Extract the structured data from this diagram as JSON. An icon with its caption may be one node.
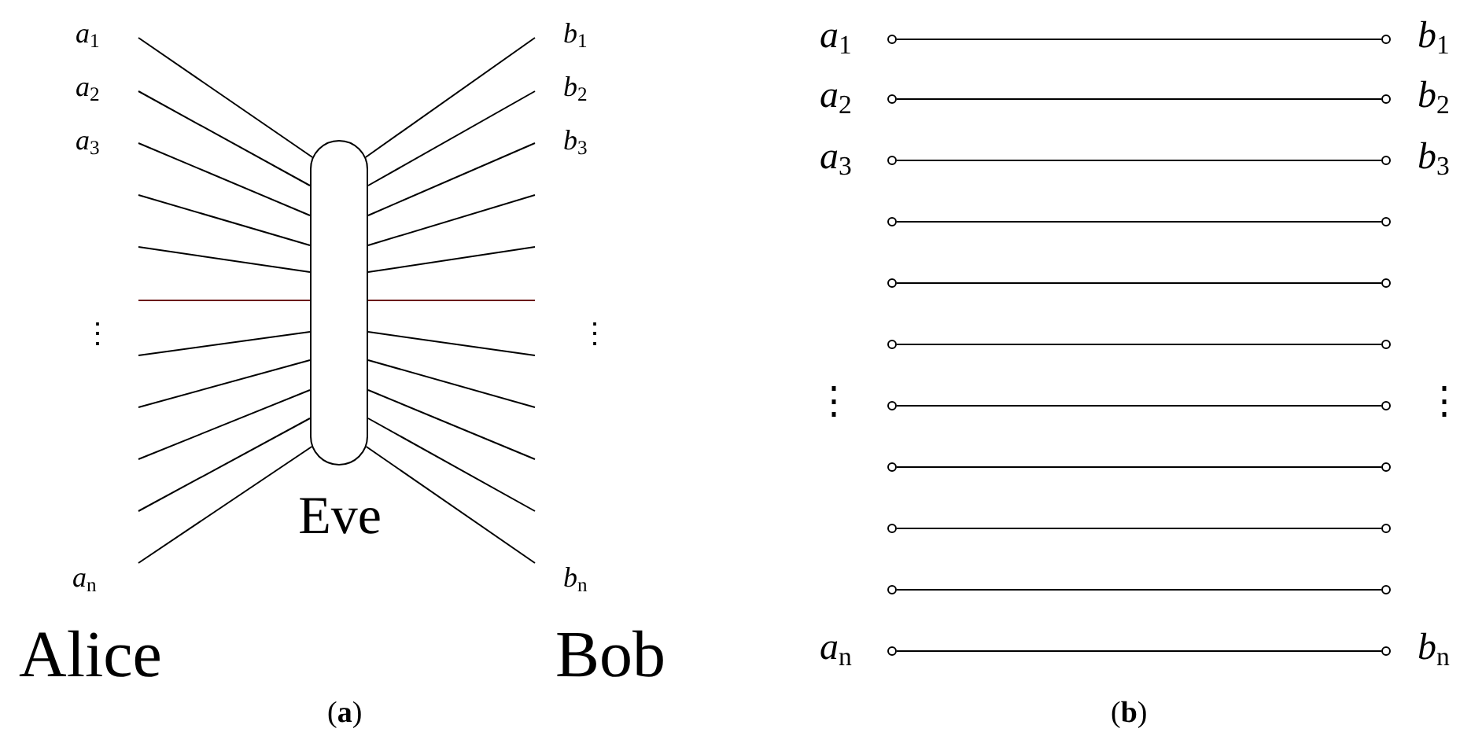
{
  "diagram": {
    "nodes": [
      {
        "text": [
          "Eve"
        ]
      },
      {
        "text": [],
        "shape": "circle",
        "beside": [
          "*a*$_{1}$"
        ]
      },
      {
        "text": [],
        "shape": "circle",
        "beside": [
          "*b*$_{1}$"
        ]
      },
      {
        "text": [],
        "shape": "circle",
        "beside": [
          "*a*$_{2}$"
        ]
      },
      {
        "text": [],
        "shape": "circle",
        "beside": [
          "*b*$_{2}$"
        ]
      },
      {
        "text": [],
        "shape": "circle",
        "beside": [
          "*a*$_{3}$"
        ]
      },
      {
        "text": [],
        "shape": "circle",
        "beside": [
          "*b*$_{3}$"
        ]
      },
      {
        "text": [],
        "shape": "circle"
      },
      {
        "text": [],
        "shape": "circle"
      },
      {
        "text": [],
        "shape": "circle"
      },
      {
        "text": [],
        "shape": "circle"
      },
      {
        "text": [],
        "shape": "circle"
      },
      {
        "text": [],
        "shape": "circle"
      },
      {
        "text": [],
        "shape": "circle"
      },
      {
        "text": [],
        "shape": "circle"
      },
      {
        "text": [],
        "shape": "circle"
      },
      {
        "text": [],
        "shape": "circle"
      },
      {
        "text": [],
        "shape": "circle"
      },
      {
        "text": [],
        "shape": "circle"
      },
      {
        "text": [],
        "shape": "circle"
      },
      {
        "text": [],
        "shape": "circle"
      },
      {
        "text": [],
        "shape": "circle",
        "beside": [
          "*a*$_{n}$"
        ]
      },
      {
        "text": [],
        "shape": "circle",
        "beside": [
          "*b*$_{n}$"
        ]
      }
    ],
    "edges": [
      {
        "from": null,
        "to": 0,
        "arrow": "none"
      },
      {
        "from": null,
        "to": 0,
        "arrow": "none"
      },
      {
        "from": null,
        "to": 0,
        "arrow": "none"
      },
      {
        "from": null,
        "to": 0,
        "arrow": "none"
      },
      {
        "from": null,
        "to": 0,
        "arrow": "none"
      },
      {
        "from": null,
        "to": 0,
        "arrow": "none",
        "color": "#6b1414"
      },
      {
        "from": null,
        "to": 0,
        "arrow": "none"
      },
      {
        "from": null,
        "to": 0,
        "arrow": "none"
      },
      {
        "from": null,
        "to": 0,
        "arrow": "none"
      },
      {
        "from": null,
        "to": 0,
        "arrow": "none"
      },
      {
        "from": null,
        "to": 0,
        "arrow": "none"
      },
      {
        "from": 0,
        "to": null,
        "arrow": "none"
      },
      {
        "from": 0,
        "to": null,
        "arrow": "none"
      },
      {
        "from": 0,
        "to": null,
        "arrow": "none"
      },
      {
        "from": 0,
        "to": null,
        "arrow": "none"
      },
      {
        "from": 0,
        "to": null,
        "arrow": "none"
      },
      {
        "from": 0,
        "to": null,
        "arrow": "none",
        "color": "#6b1414"
      },
      {
        "from": 0,
        "to": null,
        "arrow": "none"
      },
      {
        "from": 0,
        "to": null,
        "arrow": "none"
      },
      {
        "from": 0,
        "to": null,
        "arrow": "none"
      },
      {
        "from": 0,
        "to": null,
        "arrow": "none"
      },
      {
        "from": 0,
        "to": null,
        "arrow": "none"
      },
      {
        "from": 1,
        "to": 2,
        "arrow": "none"
      },
      {
        "from": 3,
        "to": 4,
        "arrow": "none"
      },
      {
        "from": 5,
        "to": 6,
        "arrow": "none"
      },
      {
        "from": 7,
        "to": 8,
        "arrow": "none"
      },
      {
        "from": 9,
        "to": 10,
        "arrow": "none"
      },
      {
        "from": 11,
        "to": 12,
        "arrow": "none"
      },
      {
        "from": 13,
        "to": 14,
        "arrow": "none"
      },
      {
        "from": 15,
        "to": 16,
        "arrow": "none"
      },
      {
        "from": 17,
        "to": 18,
        "arrow": "none"
      },
      {
        "from": 19,
        "to": 20,
        "arrow": "none"
      },
      {
        "from": 21,
        "to": 22,
        "arrow": "none"
      }
    ],
    "labels": [
      "*a*$_{1}$",
      "*a*$_{2}$",
      "*a*$_{3}$",
      "⋮",
      "*a*$_{n}$",
      "*b*$_{1}$",
      "*b*$_{2}$",
      "*b*$_{3}$",
      "⋮",
      "*b*$_{n}$",
      "Alice",
      "Bob",
      "(**a**)",
      "⋮",
      "⋮",
      "(**b**)"
    ]
  }
}
